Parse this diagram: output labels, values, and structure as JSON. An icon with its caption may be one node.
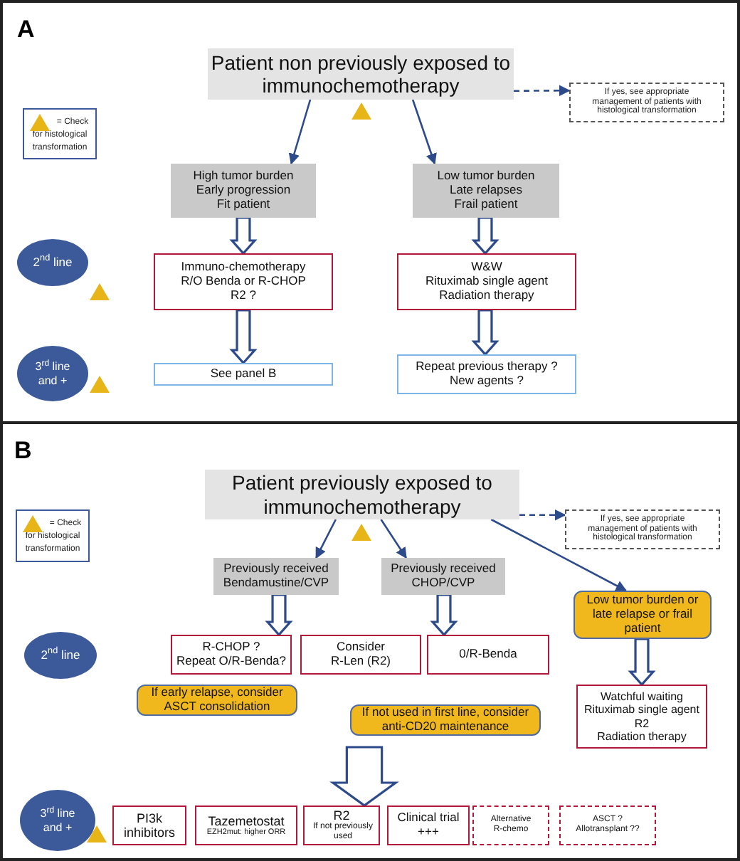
{
  "diagram": {
    "nodes": [
      {
        "text": [
          "Patient non previously exposed to immunochemotherapy"
        ]
      },
      {
        "text": [
          "If yes, see appropriate management of patients with histological transformation"
        ]
      },
      {
        "text": [
          "High tumor burden",
          "Early progression",
          "Fit patient"
        ]
      },
      {
        "text": [
          "Low tumor burden",
          "Late relapses",
          "Frail patient"
        ]
      },
      {
        "text": [
          "2$^{nd}$ line"
        ]
      },
      {
        "text": [
          "Immuno-chemotherapy",
          "R/O Benda or R-CHOP",
          "R2 ?"
        ]
      },
      {
        "text": [
          "W&W",
          "Rituximab single agent",
          "Radiation therapy"
        ]
      },
      {
        "text": [
          "3$^{rd}$ line and +"
        ]
      },
      {
        "text": [
          "See panel B"
        ]
      },
      {
        "text": [
          "Repeat previous therapy ?",
          "New agents ?"
        ]
      },
      {
        "text": [
          "Patient previously exposed to immunochemotherapy"
        ]
      },
      {
        "text": [
          "If yes, see appropriate management of patients with histological transformation"
        ]
      },
      {
        "text": [
          "Previously received",
          "Bendamustine/CVP"
        ]
      },
      {
        "text": [
          "Previously received",
          "CHOP/CVP"
        ]
      },
      {
        "text": [
          "Low tumor burden or late relapse or frail patient"
        ]
      },
      {
        "text": [
          "2$^{nd}$ line"
        ]
      },
      {
        "text": [
          "R-CHOP ?",
          "Repeat O/R-Benda?"
        ]
      },
      {
        "text": [
          "Consider",
          "R-Len (R2)"
        ]
      },
      {
        "text": [
          "0/R-Benda"
        ]
      },
      {
        "text": [
          "If early relapse, consider ASCT consolidation"
        ]
      },
      {
        "text": [
          "If not used in first line, consider anti-CD20 maintenance"
        ]
      },
      {
        "text": [
          "Watchful waiting",
          "Rituximab single agent",
          "R2",
          "Radiation therapy"
        ]
      },
      {
        "text": [
          "3$^{rd}$ line and +"
        ]
      },
      {
        "text": [
          "PI3k inhibitors"
        ]
      },
      {
        "text": [
          "Tazemetostat",
          "EZH2mut: higher ORR"
        ]
      },
      {
        "text": [
          "R2",
          "If not previously used"
        ]
      },
      {
        "text": [
          "Clinical trial",
          "+++"
        ]
      },
      {
        "text": [
          "Alternative R-chemo"
        ]
      },
      {
        "text": [
          "ASCT ?",
          "Allotransplant ??"
        ]
      }
    ],
    "edges": [
      {
        "from": 0,
        "to": 1,
        "arrow": "to",
        "style": "dashed"
      },
      {
        "from": 0,
        "to": 2,
        "arrow": "to"
      },
      {
        "from": 0,
        "to": 3,
        "arrow": "to"
      },
      {
        "from": 2,
        "to": 5,
        "arrow": "to",
        "style": "thick"
      },
      {
        "from": 3,
        "to": 6,
        "arrow": "to",
        "style": "thick"
      },
      {
        "from": 5,
        "to": 8,
        "arrow": "to",
        "style": "thick"
      },
      {
        "from": 6,
        "to": 9,
        "arrow": "to",
        "style": "thick"
      },
      {
        "from": 10,
        "to": 11,
        "arrow": "to",
        "style": "dashed"
      },
      {
        "from": 10,
        "to": 12,
        "arrow": "to"
      },
      {
        "from": 10,
        "to": 13,
        "arrow": "to"
      },
      {
        "from": 10,
        "to": 14,
        "arrow": "to"
      },
      {
        "from": 12,
        "to": 16,
        "arrow": "to",
        "style": "thick"
      },
      {
        "from": 13,
        "to": 18,
        "arrow": "to",
        "style": "thick"
      },
      {
        "from": 14,
        "to": 21,
        "arrow": "to",
        "style": "thick"
      },
      {
        "from": null,
        "to": 25,
        "arrow": "to",
        "style": "thick"
      }
    ],
    "labels": [
      "A",
      "B"
    ],
    "legend": [
      {
        "text": "= Check for histological transformation"
      },
      {
        "text": "= Check for histological transformation"
      }
    ]
  }
}
